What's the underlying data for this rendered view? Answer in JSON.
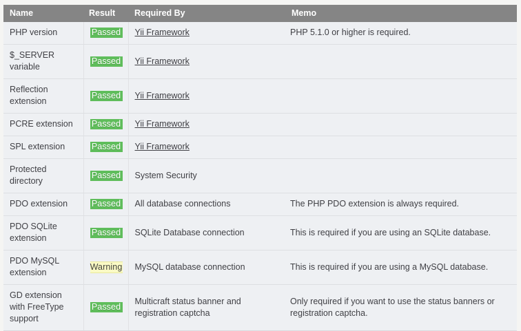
{
  "table": {
    "headers": {
      "name": "Name",
      "result": "Result",
      "required_by": "Required By",
      "memo": "Memo"
    },
    "colors": {
      "header_bg": "#858585",
      "row_bg": "#eef0f3",
      "passed_bg": "#5fbd5b",
      "warning_bg": "#fafac5",
      "page_bg": "#f5f5f3",
      "text": "#3f3f44"
    },
    "rows": [
      {
        "name": "PHP version",
        "result": "Passed",
        "result_state": "passed",
        "required_by": "Yii Framework",
        "required_by_is_link": true,
        "memo": "PHP 5.1.0 or higher is required."
      },
      {
        "name": "$_SERVER variable",
        "result": "Passed",
        "result_state": "passed",
        "required_by": "Yii Framework",
        "required_by_is_link": true,
        "memo": ""
      },
      {
        "name": "Reflection extension",
        "result": "Passed",
        "result_state": "passed",
        "required_by": "Yii Framework",
        "required_by_is_link": true,
        "memo": ""
      },
      {
        "name": "PCRE extension",
        "result": "Passed",
        "result_state": "passed",
        "required_by": "Yii Framework",
        "required_by_is_link": true,
        "memo": ""
      },
      {
        "name": "SPL extension",
        "result": "Passed",
        "result_state": "passed",
        "required_by": "Yii Framework",
        "required_by_is_link": true,
        "memo": ""
      },
      {
        "name": "Protected directory",
        "result": "Passed",
        "result_state": "passed",
        "required_by": "System Security",
        "required_by_is_link": false,
        "memo": ""
      },
      {
        "name": "PDO extension",
        "result": "Passed",
        "result_state": "passed",
        "required_by": "All database connections",
        "required_by_is_link": false,
        "memo": "The PHP PDO extension is always required."
      },
      {
        "name": "PDO SQLite extension",
        "result": "Passed",
        "result_state": "passed",
        "required_by": "SQLite Database connection",
        "required_by_is_link": false,
        "memo": "This is required if you are using an SQLite database."
      },
      {
        "name": "PDO MySQL extension",
        "result": "Warning",
        "result_state": "warning",
        "required_by": "MySQL database connection",
        "required_by_is_link": false,
        "memo": "This is required if you are using a MySQL database."
      },
      {
        "name": "GD extension with FreeType support",
        "result": "Passed",
        "result_state": "passed",
        "required_by": "Multicraft status banner and registration captcha",
        "required_by_is_link": false,
        "memo": "Only required if you want to use the status banners or registration captcha."
      }
    ]
  }
}
